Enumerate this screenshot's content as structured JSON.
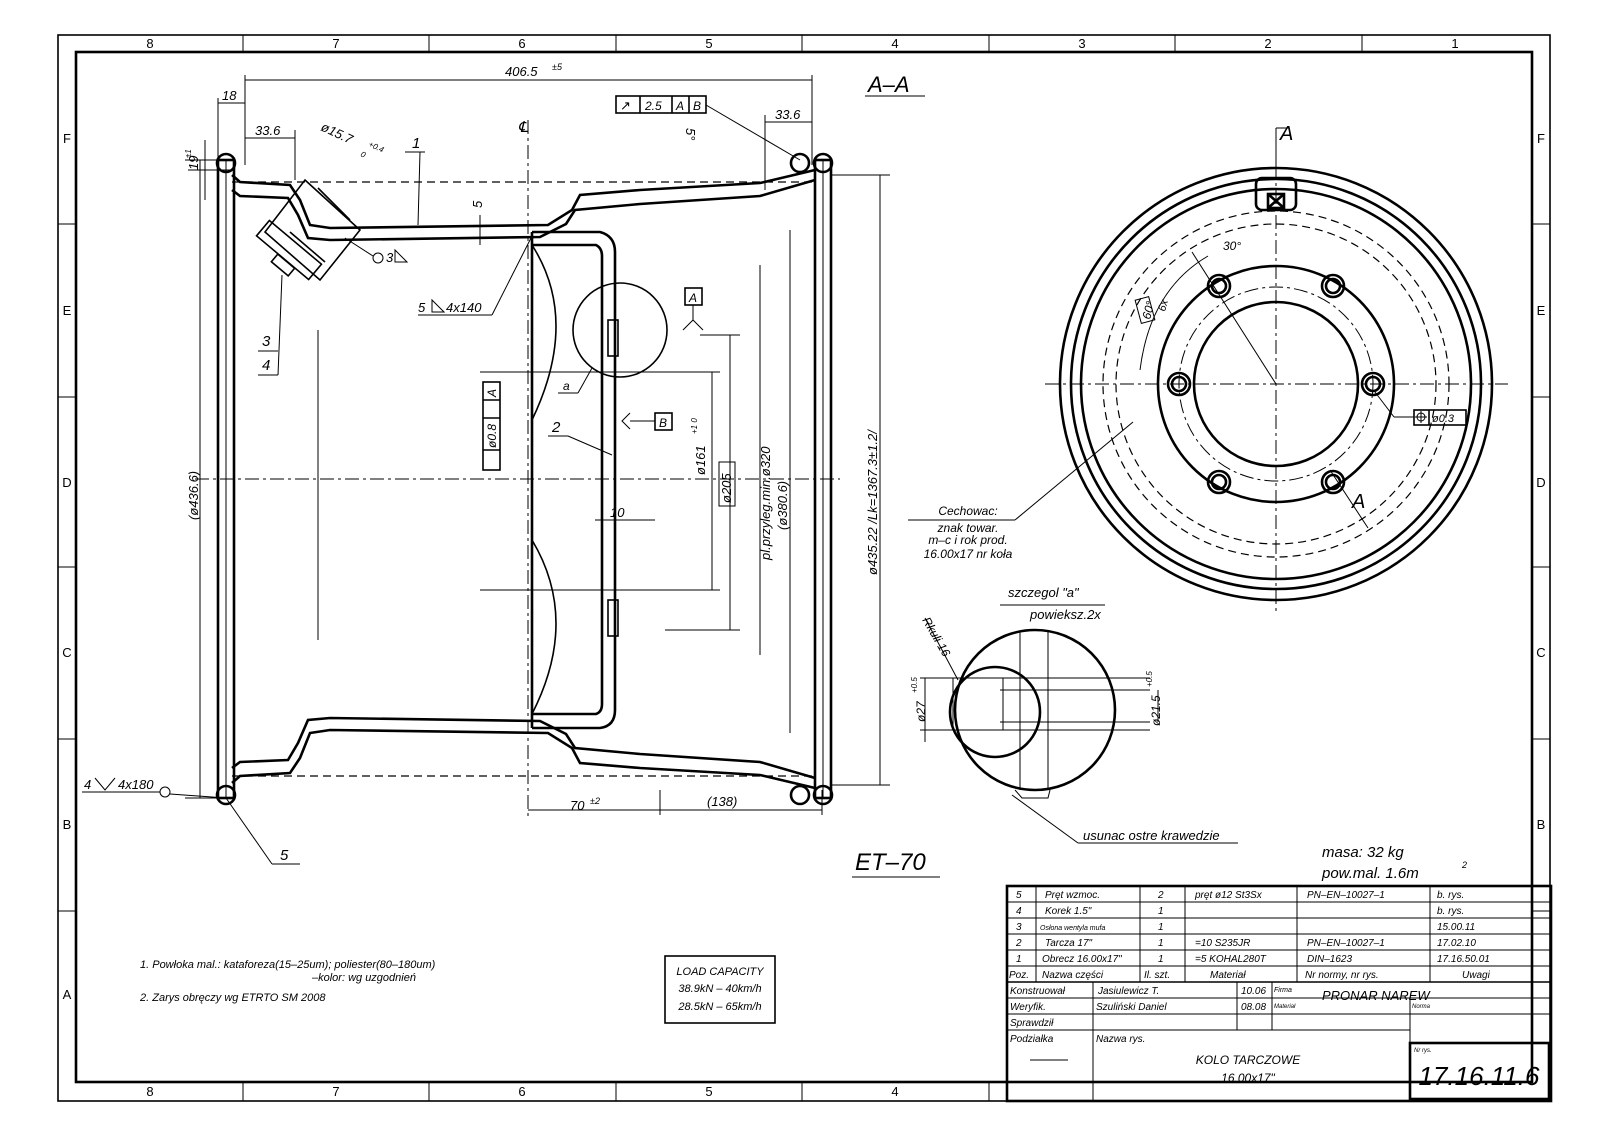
{
  "frame": {
    "columns": [
      "8",
      "7",
      "6",
      "5",
      "4",
      "3",
      "2",
      "1"
    ],
    "rows": [
      "F",
      "E",
      "D",
      "C",
      "B",
      "A"
    ]
  },
  "section_label": "A–A",
  "et_label": "ET–70",
  "dimensions": {
    "overall_width": "406.5",
    "overall_width_tol": "±5",
    "d18": "18",
    "d33_6_left": "33.6",
    "d33_6_right": "33.6",
    "valve_hole": "ø15.7",
    "valve_hole_tol": "+0.4",
    "valve_hole_tol2": "0",
    "d19": "19",
    "d19_tol": "±1",
    "d5": "5",
    "d5deg": "5°",
    "dia_436": "(ø436.6)",
    "dia_161": "ø161",
    "dia_161_tol": "+1 0",
    "dia_205": "ø205",
    "pl_przyleg": "pl.przyleg.min.ø320",
    "dia_380": "(ø380.6)",
    "dia_435": "ø435.22 /Lk=1367.3±1.2/",
    "d10": "10",
    "d70": "70",
    "d70_tol": "±2",
    "d138": "(138)",
    "angle30": "30°",
    "angle60": "60°",
    "holes6x": "6x",
    "dia27": "ø27",
    "dia27_tol": "+0.5",
    "dia21_5": "ø21.5",
    "dia21_5_tol": "+0.5",
    "rkuli": "Rkuli 16"
  },
  "tolerance_frames": {
    "runout": {
      "symbol": "↗",
      "value": "2.5",
      "ref1": "A",
      "ref2": "B"
    },
    "position_pcd": {
      "value": "ø0.8",
      "ref": "A"
    },
    "position_holes": {
      "value": "ø0.3"
    }
  },
  "datums": {
    "a": "A",
    "b": "B"
  },
  "callouts": {
    "c1": "1",
    "c2": "2",
    "c3": "3",
    "c4": "4",
    "c5": "5",
    "weld3": "3",
    "weld5": "5",
    "weld5_len": "4x140",
    "weld4_num": "4",
    "weld4_len": "4x180",
    "detail_a": "a",
    "cl": "℄",
    "section_A_top": "A",
    "section_A_bottom": "A"
  },
  "cechowac": {
    "title": "Cechowac:",
    "lines": [
      "znak towar.",
      "m–c i rok prod.",
      "16.00x17 nr koła"
    ]
  },
  "detail": {
    "title": "szczegol \"a\"",
    "scale": "powieksz.2x",
    "note": "usunac ostre krawedzie"
  },
  "mass": {
    "masa": "masa:  32 kg",
    "pow": "pow.mal.  1.6m"
  },
  "notes": [
    "1. Powłoka mal.: kataforeza(15–25um); poliester(80–180um)",
    "–kolor:  wg uzgodnień",
    "2. Zarys obręczy wg ETRTO SM 2008"
  ],
  "load_capacity": {
    "title": "LOAD CAPACITY",
    "lines": [
      "38.9kN  –  40km/h",
      "28.5kN  –  65km/h"
    ]
  },
  "parts_list": {
    "rows": [
      [
        "5",
        "Pręt wzmoc.",
        "2",
        "pręt ø12  St3Sx",
        "PN–EN–10027–1",
        "b. rys."
      ],
      [
        "4",
        "Korek 1.5\"",
        "1",
        "",
        "",
        "b. rys."
      ],
      [
        "3",
        "Osłona wentyla mufa",
        "1",
        "",
        "",
        "15.00.11"
      ],
      [
        "2",
        "Tarcza 17\"",
        "1",
        "=10  S235JR",
        "PN–EN–10027–1",
        "17.02.10"
      ],
      [
        "1",
        "Obrecz 16.00x17\"",
        "1",
        "=5  KOHAL280T",
        "DIN–1623",
        "17.16.50.01"
      ]
    ],
    "header": [
      "Poz.",
      "Nazwa części",
      "Il. szt.",
      "Materiał",
      "Nr normy, nr rys.",
      "Uwagi"
    ]
  },
  "title_block": {
    "konstruowal_label": "Konstruował",
    "konstruowal_name": "Jasiulewicz T.",
    "konstruowal_date": "10.06",
    "weryfik_label": "Weryfik.",
    "weryfik_name": "Szuliński Daniel",
    "weryfik_date": "08.08",
    "sprawdzil_label": "Sprawdził",
    "podzialka_label": "Podziałka",
    "firma_label": "Firma",
    "firma": "PRONAR NAREW",
    "material_label": "Materiał",
    "norma_label": "Norma",
    "nazwa_label": "Nazwa rys.",
    "nazwa_1": "KOLO TARCZOWE",
    "nazwa_2": "16.00x17\"",
    "nr_label": "Nr rys.",
    "nr": "17.16.11.6"
  }
}
